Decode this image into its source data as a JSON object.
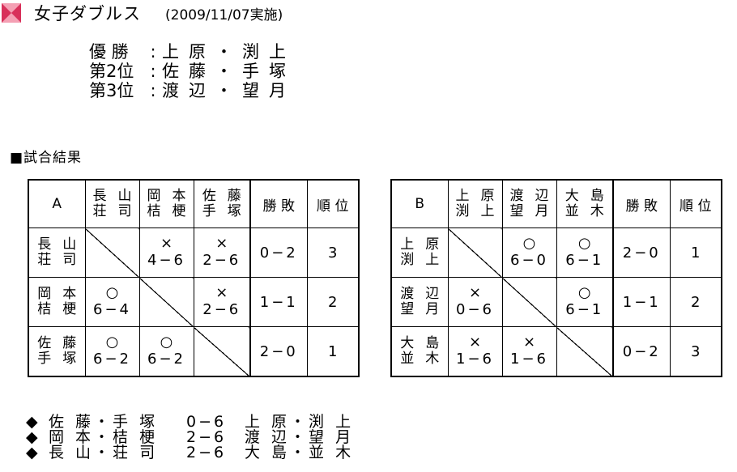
{
  "header": {
    "title": "女子ダブルス",
    "date": "(2009/11/07実施)"
  },
  "results": [
    {
      "label": "優 勝",
      "sep": ":",
      "names": "上原・渕上"
    },
    {
      "label": "第2位",
      "sep": ":",
      "names": "佐藤・手塚"
    },
    {
      "label": "第3位",
      "sep": ":",
      "names": "渡辺・望月"
    }
  ],
  "section_title": "■試合結果",
  "table_a": {
    "group": "A",
    "win_loss_header": "勝 敗",
    "rank_header": "順 位",
    "players": [
      {
        "n1": "長",
        "n2": "山",
        "n3": "荘",
        "n4": "司"
      },
      {
        "n1": "岡",
        "n2": "本",
        "n3": "桔",
        "n4": "梗"
      },
      {
        "n1": "佐",
        "n2": "藤",
        "n3": "手",
        "n4": "塚"
      }
    ],
    "rows": [
      {
        "c": [
          null,
          {
            "mark": "×",
            "score": "4−6"
          },
          {
            "mark": "×",
            "score": "2−6"
          }
        ],
        "wl": "0−2",
        "rank": "3"
      },
      {
        "c": [
          {
            "mark": "○",
            "score": "6−4"
          },
          null,
          {
            "mark": "×",
            "score": "2−6"
          }
        ],
        "wl": "1−1",
        "rank": "2"
      },
      {
        "c": [
          {
            "mark": "○",
            "score": "6−2"
          },
          {
            "mark": "○",
            "score": "6−2"
          },
          null
        ],
        "wl": "2−0",
        "rank": "1"
      }
    ]
  },
  "table_b": {
    "group": "B",
    "win_loss_header": "勝 敗",
    "rank_header": "順 位",
    "players": [
      {
        "n1": "上",
        "n2": "原",
        "n3": "渕",
        "n4": "上"
      },
      {
        "n1": "渡",
        "n2": "辺",
        "n3": "望",
        "n4": "月"
      },
      {
        "n1": "大",
        "n2": "島",
        "n3": "並",
        "n4": "木"
      }
    ],
    "rows": [
      {
        "c": [
          null,
          {
            "mark": "○",
            "score": "6−0"
          },
          {
            "mark": "○",
            "score": "6−1"
          }
        ],
        "wl": "2−0",
        "rank": "1"
      },
      {
        "c": [
          {
            "mark": "×",
            "score": "0−6"
          },
          null,
          {
            "mark": "○",
            "score": "6−1"
          }
        ],
        "wl": "1−1",
        "rank": "2"
      },
      {
        "c": [
          {
            "mark": "×",
            "score": "1−6"
          },
          {
            "mark": "×",
            "score": "1−6"
          },
          null
        ],
        "wl": "0−2",
        "rank": "3"
      }
    ]
  },
  "matches": [
    {
      "bullet": "◆",
      "p1": "佐 藤・手 塚",
      "score": "0−6",
      "p2": "上 原・渕 上"
    },
    {
      "bullet": "◆",
      "p1": "岡 本・桔 梗",
      "score": "2−6",
      "p2": "渡 辺・望 月"
    },
    {
      "bullet": "◆",
      "p1": "長 山・荘 司",
      "score": "2−6",
      "p2": "大 島・並 木"
    }
  ],
  "colors": {
    "icon_pink": "#f4a0b4",
    "icon_red": "#d8305a",
    "ink": "#000000"
  }
}
